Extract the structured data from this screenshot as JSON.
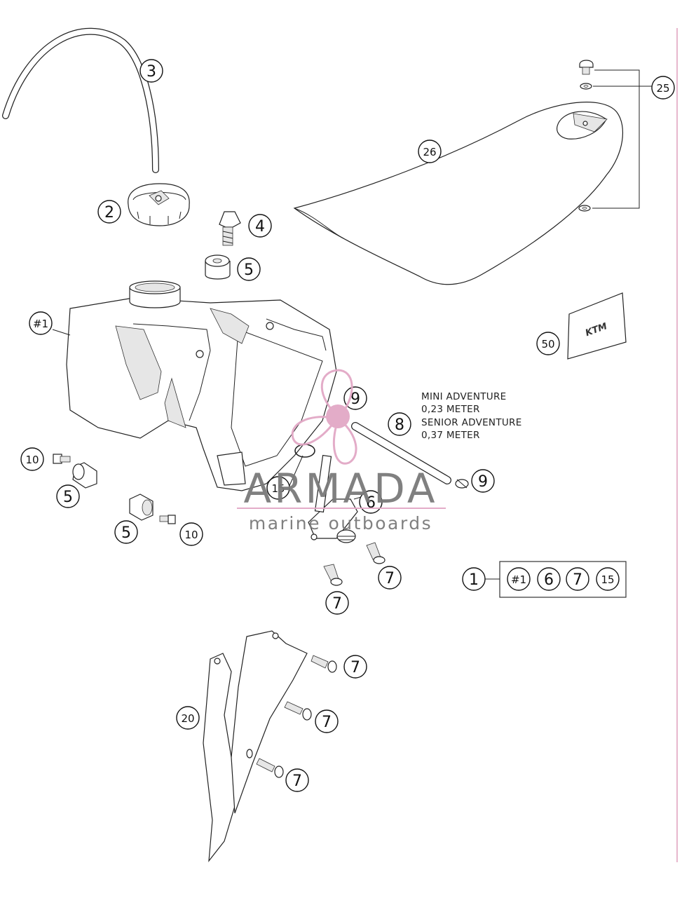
{
  "callouts": {
    "c3": "3",
    "c2": "2",
    "c4": "4",
    "c5a": "5",
    "c25": "25",
    "c26": "26",
    "c1": "#1",
    "c50": "50",
    "c9a": "9",
    "c8": "8",
    "c9b": "9",
    "c10a": "10",
    "c5b": "5",
    "c5c": "5",
    "c10b": "10",
    "c15": "15",
    "c6": "6",
    "c7a": "7",
    "c7b": "7",
    "c7c": "7",
    "c7d": "7",
    "c7e": "7",
    "c20": "20"
  },
  "kit": {
    "main": "1",
    "items": [
      "#1",
      "6",
      "7",
      "15"
    ]
  },
  "hose_note": {
    "line1": "MINI ADVENTURE",
    "line2": "0,23 METER",
    "line3": "SENIOR ADVENTURE",
    "line4": "0,37 METER"
  },
  "seat_logo": "KTM",
  "watermark": {
    "title": "ARMADA",
    "subtitle": "marine outboards",
    "accent_color": "#e2a8c6"
  },
  "colors": {
    "line": "#222222",
    "border_right": "#e7b7cd"
  }
}
